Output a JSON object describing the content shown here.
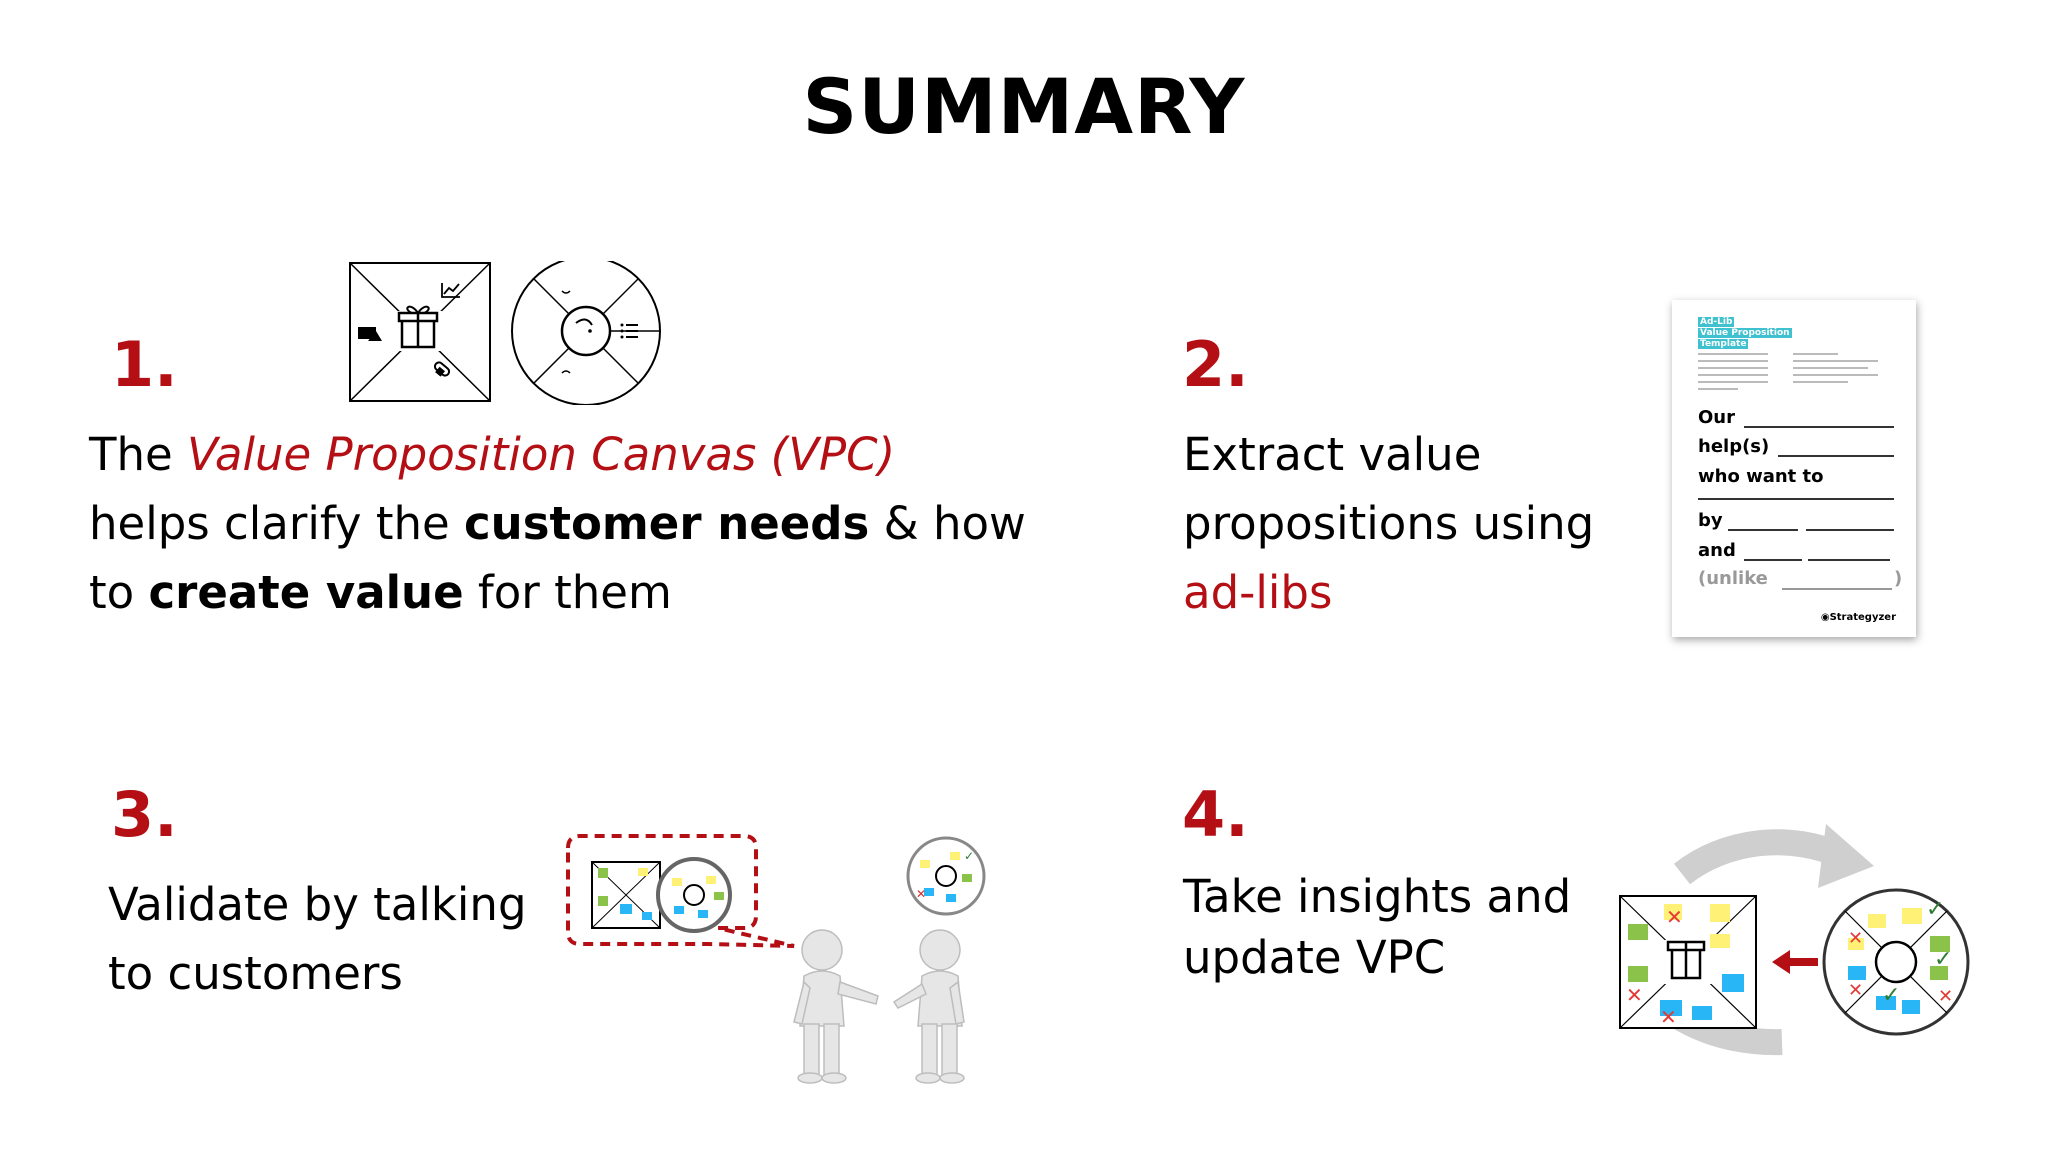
{
  "title": "SUMMARY",
  "items": [
    {
      "number": "1.",
      "text": {
        "p1": "The ",
        "vpc_term": "Value Proposition Canvas (VPC)",
        "p2": "helps clarify the ",
        "b1": "customer needs",
        "p3": " & how",
        "p4": "to ",
        "b2": "create value",
        "p5": " for them"
      }
    },
    {
      "number": "2.",
      "text": {
        "l1": "Extract value",
        "l2": "propositions using",
        "l3_red": "ad-libs"
      },
      "template": {
        "heading_lines": [
          "Ad-Lib",
          "Value Proposition",
          "Template"
        ],
        "lines": [
          "Our",
          "help(s)",
          "who want to",
          "by",
          "and",
          "(unlike",
          ")"
        ],
        "brand": "Strategyzer"
      }
    },
    {
      "number": "3.",
      "text": {
        "l1": "Validate by talking",
        "l2": "to customers"
      }
    },
    {
      "number": "4.",
      "text": {
        "l1": "Take insights and",
        "l2": "update VPC"
      }
    }
  ],
  "colors": {
    "accent_red": "#b30f14",
    "text": "#000000",
    "background": "#ffffff"
  },
  "icons": [
    "value-map-square-icon",
    "customer-profile-circle-icon",
    "gift-icon",
    "chart-icon",
    "pill-icon",
    "face-icon",
    "checklist-icon",
    "people-talking-icon",
    "cycle-arrow-icon"
  ]
}
